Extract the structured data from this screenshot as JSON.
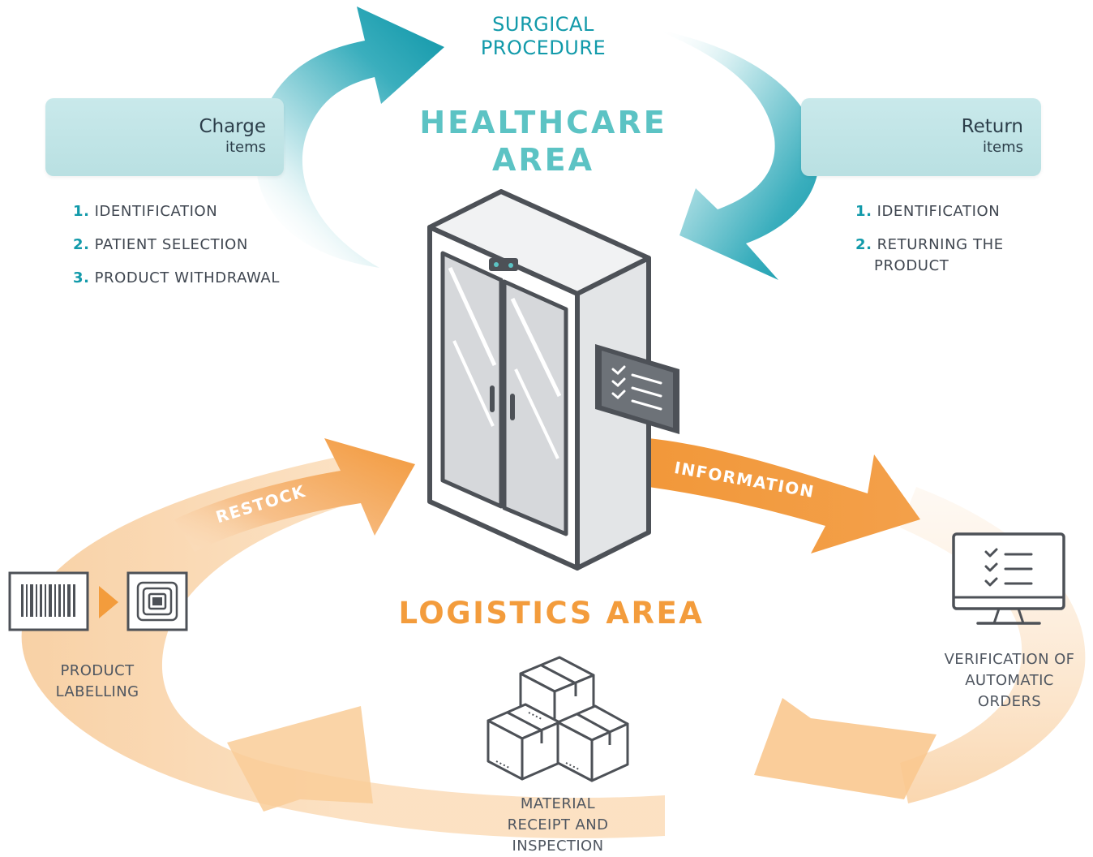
{
  "top_label": {
    "line1": "SURGICAL",
    "line2": "PROCEDURE"
  },
  "healthcare_area": {
    "line1": "HEALTHCARE",
    "line2": "AREA"
  },
  "logistics_area": "LOGISTICS AREA",
  "charge_card": {
    "title": "Charge",
    "subtitle": "items",
    "icon": "hand-touch-tablet-icon"
  },
  "return_card": {
    "title": "Return",
    "subtitle": "items",
    "icon": "undo-arrow-icon"
  },
  "charge_steps": [
    {
      "num": "1.",
      "text": "IDENTIFICATION"
    },
    {
      "num": "2.",
      "text": "PATIENT SELECTION"
    },
    {
      "num": "3.",
      "text": "PRODUCT WITHDRAWAL"
    }
  ],
  "return_steps": [
    {
      "num": "1.",
      "text": "IDENTIFICATION"
    },
    {
      "num": "2.",
      "text": "RETURNING THE",
      "text2": "PRODUCT"
    }
  ],
  "arrows": {
    "restock": "RESTOCK",
    "information": "INFORMATION"
  },
  "labelling": {
    "line1": "PRODUCT",
    "line2": "LABELLING"
  },
  "verification": {
    "line1": "VERIFICATION OF",
    "line2": "AUTOMATIC",
    "line3": "ORDERS"
  },
  "receipt": {
    "line1": "MATERIAL",
    "line2": "RECEIPT AND",
    "line3": "INSPECTION"
  },
  "colors": {
    "teal": "#129aaa",
    "teal_light": "#5cc3c4",
    "orange": "#f39c3c",
    "peach": "#f7c996",
    "card_bg": "#c9e9eb",
    "dark_gray": "#4d5157"
  },
  "icons": [
    "hand-touch-tablet-icon",
    "undo-arrow-icon",
    "barcode-icon",
    "rfid-tag-icon",
    "checklist-monitor-icon",
    "boxes-icon",
    "cabinet-icon"
  ]
}
